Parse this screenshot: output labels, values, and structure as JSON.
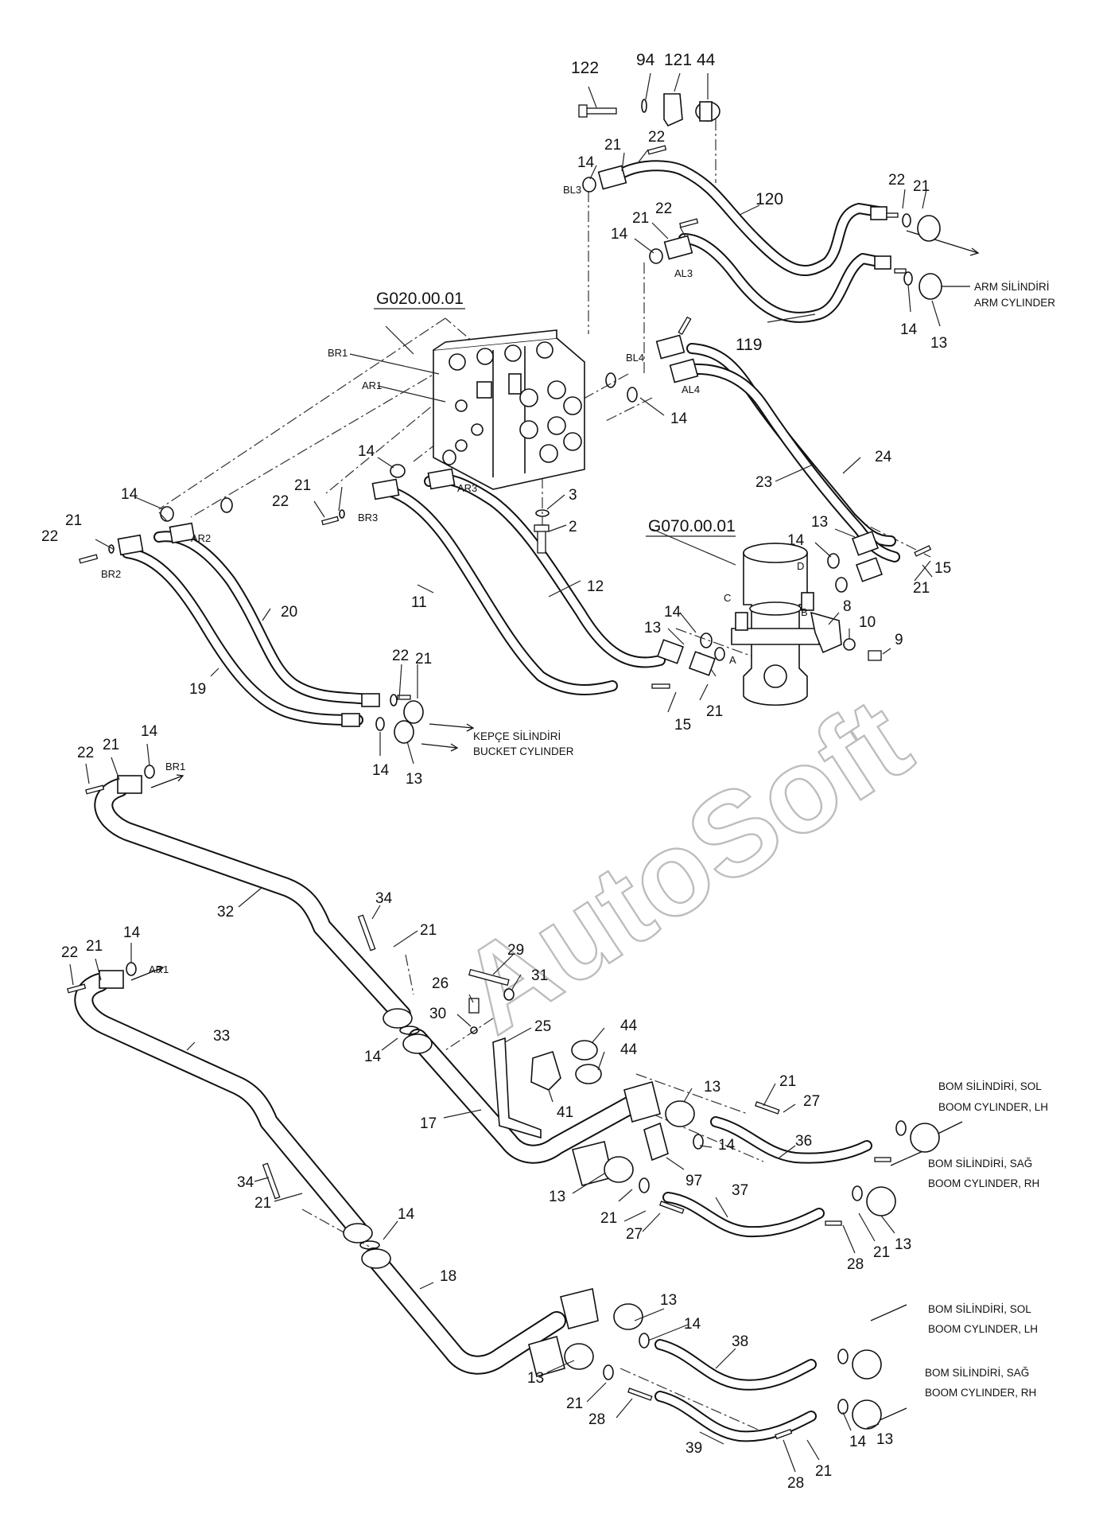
{
  "diagram": {
    "assemblies": [
      "G020.00.01",
      "G070.00.01"
    ],
    "callouts": {
      "c122": "122",
      "c94": "94",
      "c121": "121",
      "c44a": "44",
      "c22a": "22",
      "c21a": "21",
      "c14a": "14",
      "c120": "120",
      "c21b": "21",
      "c22b": "22",
      "c14b": "14",
      "c22c": "22",
      "c21c": "21",
      "c14c": "14",
      "c13a": "13",
      "c119": "119",
      "c14d": "14",
      "c24": "24",
      "c23": "23",
      "c14e": "14",
      "c21d": "21",
      "c22d": "22",
      "c3": "3",
      "c2": "2",
      "c14f": "14",
      "c21e": "21",
      "c22e": "22",
      "c13b": "13",
      "c14g": "14",
      "c15a": "15",
      "c21f": "21",
      "c12": "12",
      "c11": "11",
      "c20": "20",
      "c19": "19",
      "c8": "8",
      "c10": "10",
      "c9": "9",
      "c14h": "14",
      "c13c": "13",
      "c21g": "21",
      "c15b": "15",
      "c22f": "22",
      "c21h": "21",
      "c14i": "14",
      "c13d": "13",
      "c22g": "22",
      "c21i": "21",
      "c14j": "14",
      "c32": "32",
      "c34a": "34",
      "c21j": "21",
      "c22h": "22",
      "c21k": "21",
      "c14k": "14",
      "c33": "33",
      "c29": "29",
      "c26": "26",
      "c31": "31",
      "c30": "30",
      "c25": "25",
      "c44b": "44",
      "c44c": "44",
      "c14l": "14",
      "c17": "17",
      "c41": "41",
      "c13e": "13",
      "c21l": "21",
      "c27a": "27",
      "c14m": "14",
      "c36": "36",
      "c97": "97",
      "c13f": "13",
      "c37": "37",
      "c21m": "21",
      "c27b": "27",
      "c28a": "28",
      "c21n": "21",
      "c13g": "13",
      "c34b": "34",
      "c21o": "21",
      "c14n": "14",
      "c18": "18",
      "c13h": "13",
      "c14o": "14",
      "c38": "38",
      "c13i": "13",
      "c21p": "21",
      "c28b": "28",
      "c39": "39",
      "c14p": "14",
      "c13j": "13",
      "c28c": "28",
      "c21q": "21"
    },
    "ports": {
      "BL3": "BL3",
      "AL3": "AL3",
      "BR1": "BR1",
      "AR1": "AR1",
      "BL4": "BL4",
      "AL4": "AL4",
      "AR3": "AR3",
      "BR3": "BR3",
      "AR2": "AR2",
      "BR2": "BR2",
      "BR1b": "BR1",
      "AR1b": "AR1",
      "A": "A",
      "B": "B",
      "C": "C",
      "D": "D"
    },
    "destinations": {
      "arm_tr": "ARM SİLİNDİRİ",
      "arm_en": "ARM CYLINDER",
      "bucket_tr": "KEPÇE SİLİNDİRİ",
      "bucket_en": "BUCKET CYLINDER",
      "boom_lh1_tr": "BOM SİLİNDİRİ, SOL",
      "boom_lh1_en": "BOOM CYLINDER, LH",
      "boom_rh1_tr": "BOM SİLİNDİRİ, SAĞ",
      "boom_rh1_en": "BOOM CYLINDER, RH",
      "boom_lh2_tr": "BOM SİLİNDİRİ, SOL",
      "boom_lh2_en": "BOOM CYLINDER, LH",
      "boom_rh2_tr": "BOM SİLİNDİRİ, SAĞ",
      "boom_rh2_en": "BOOM CYLINDER, RH"
    },
    "watermark": "AutoSoft"
  }
}
